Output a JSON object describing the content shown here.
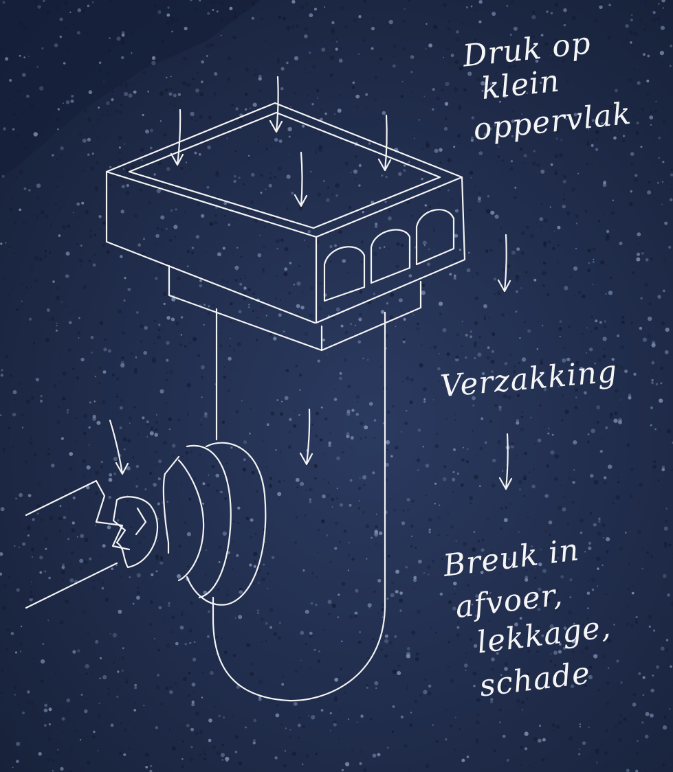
{
  "colors": {
    "background": "#1f2a47",
    "gravel_dark": "#141b31",
    "gravel_light": "#8f9fc4",
    "sketch_line": "#f4f4f4"
  },
  "labels": {
    "pressure": [
      "Druk op",
      "klein",
      "oppervlak"
    ],
    "settling": "Verzakking",
    "break": [
      "Breuk in",
      "afvoer,",
      "lekkage,",
      "schade"
    ]
  },
  "icons": [
    "down-arrow-icon"
  ]
}
